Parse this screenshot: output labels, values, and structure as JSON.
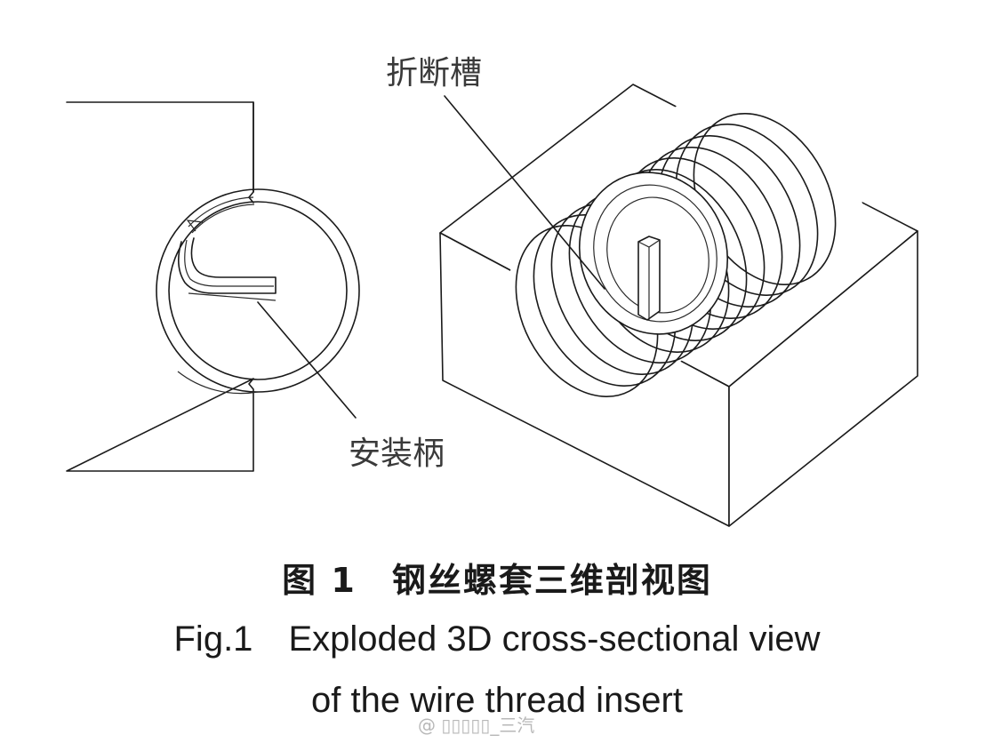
{
  "labels": {
    "break_notch": "折断槽",
    "install_tang": "安装柄"
  },
  "caption": {
    "cn_number": "图 1",
    "cn_title": "钢丝螺套三维剖视图",
    "en_number": "Fig.1",
    "en_line1": "Exploded 3D cross-sectional view",
    "en_line2": "of the wire thread insert"
  },
  "watermark": "@ ▯▯▯▯▯_三汽",
  "colors": {
    "line": "#1a1a1a",
    "label": "#3a3a3a",
    "background": "#ffffff"
  }
}
